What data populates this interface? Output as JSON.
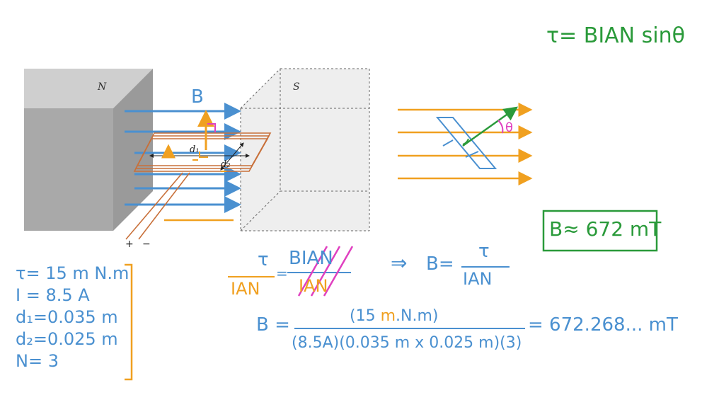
{
  "formula_top": "τ= BIAN sinθ",
  "magnet": {
    "north": "N",
    "south": "S"
  },
  "labels": {
    "field": "B",
    "d1": "d₁",
    "d2": "d₂",
    "theta": "θ",
    "plus": "+",
    "minus": "−"
  },
  "givens": [
    "τ= 15 m N.m",
    "I = 8.5 A",
    "d₁=0.035 m",
    "d₂=0.025 m",
    "N= 3"
  ],
  "derivation": {
    "lhs_num": "τ",
    "lhs_den": "IAN",
    "mid_num": "BIAN",
    "mid_den": "IAN",
    "arrow": "⇒",
    "rhs_lhs": "B=",
    "rhs_num": "τ",
    "rhs_den": "IAN"
  },
  "calc": {
    "lhs": "B =",
    "num_open": "(15 ",
    "num_prefix": "m",
    "num_close": ".N.m)",
    "den": "(8.5A)(0.035 m x 0.025 m)(3)",
    "result": "= 672.268... mT"
  },
  "answer": "B≈ 672 mT",
  "colors": {
    "blue": "#4a90d0",
    "orange": "#f0a020",
    "green": "#2a9a3a",
    "pink": "#e040c0",
    "copper": "#c8703a"
  }
}
